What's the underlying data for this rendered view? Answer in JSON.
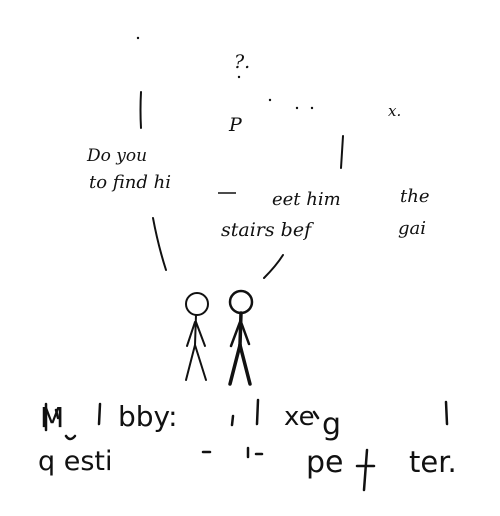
{
  "panel": {
    "top_fragments": [
      {
        "id": "frag-q",
        "text": "?."
      },
      {
        "id": "frag-x",
        "text": "x."
      },
      {
        "id": "frag-p",
        "text": "P"
      }
    ],
    "speech_left": {
      "line1": "Do you",
      "line2": "to find hi"
    },
    "speech_right": {
      "line1": "eet him",
      "line1b": "the",
      "line2": "stairs bef",
      "line2b": "gai"
    },
    "caption": {
      "line1a": "M",
      "line1b": "bby:",
      "line1c": "xe",
      "line1d": "g",
      "line2a": "q esti",
      "line2b": "pe",
      "line2c": "ter."
    }
  },
  "colors": {
    "ink": "#111111",
    "background": "#ffffff"
  }
}
